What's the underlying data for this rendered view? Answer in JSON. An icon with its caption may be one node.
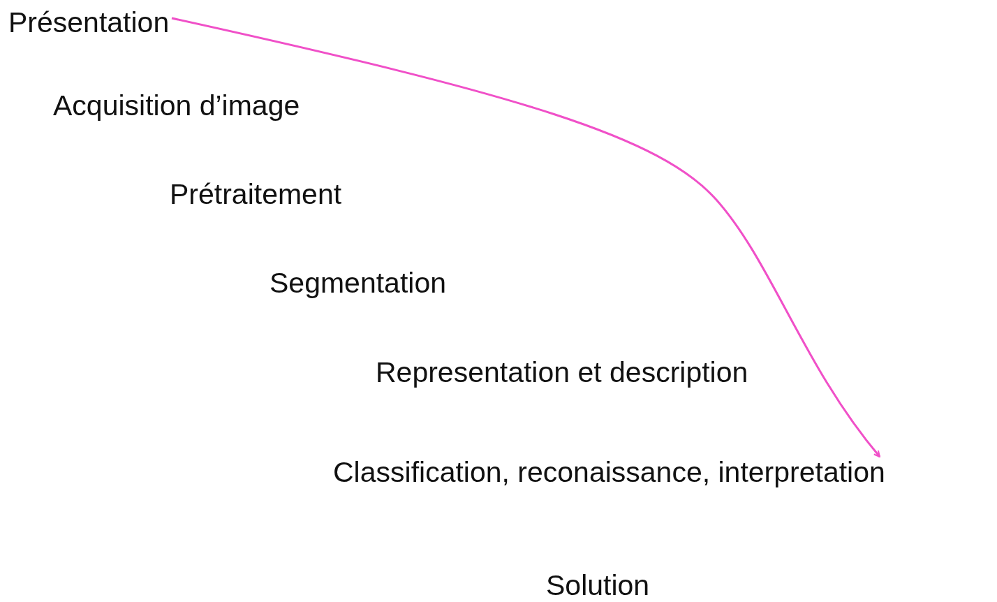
{
  "diagram": {
    "nodes": [
      {
        "text": [
          "Présentation"
        ]
      },
      {
        "text": [
          "Classification, reconaissance, interpretation"
        ]
      }
    ],
    "edges": [
      {
        "from": 0,
        "to": 1,
        "arrow": "to",
        "color": "#f050c8"
      }
    ],
    "labels": [
      "Acquisition d’image",
      "Prétraitement",
      "Segmentation",
      "Representation et description",
      "Solution"
    ]
  }
}
